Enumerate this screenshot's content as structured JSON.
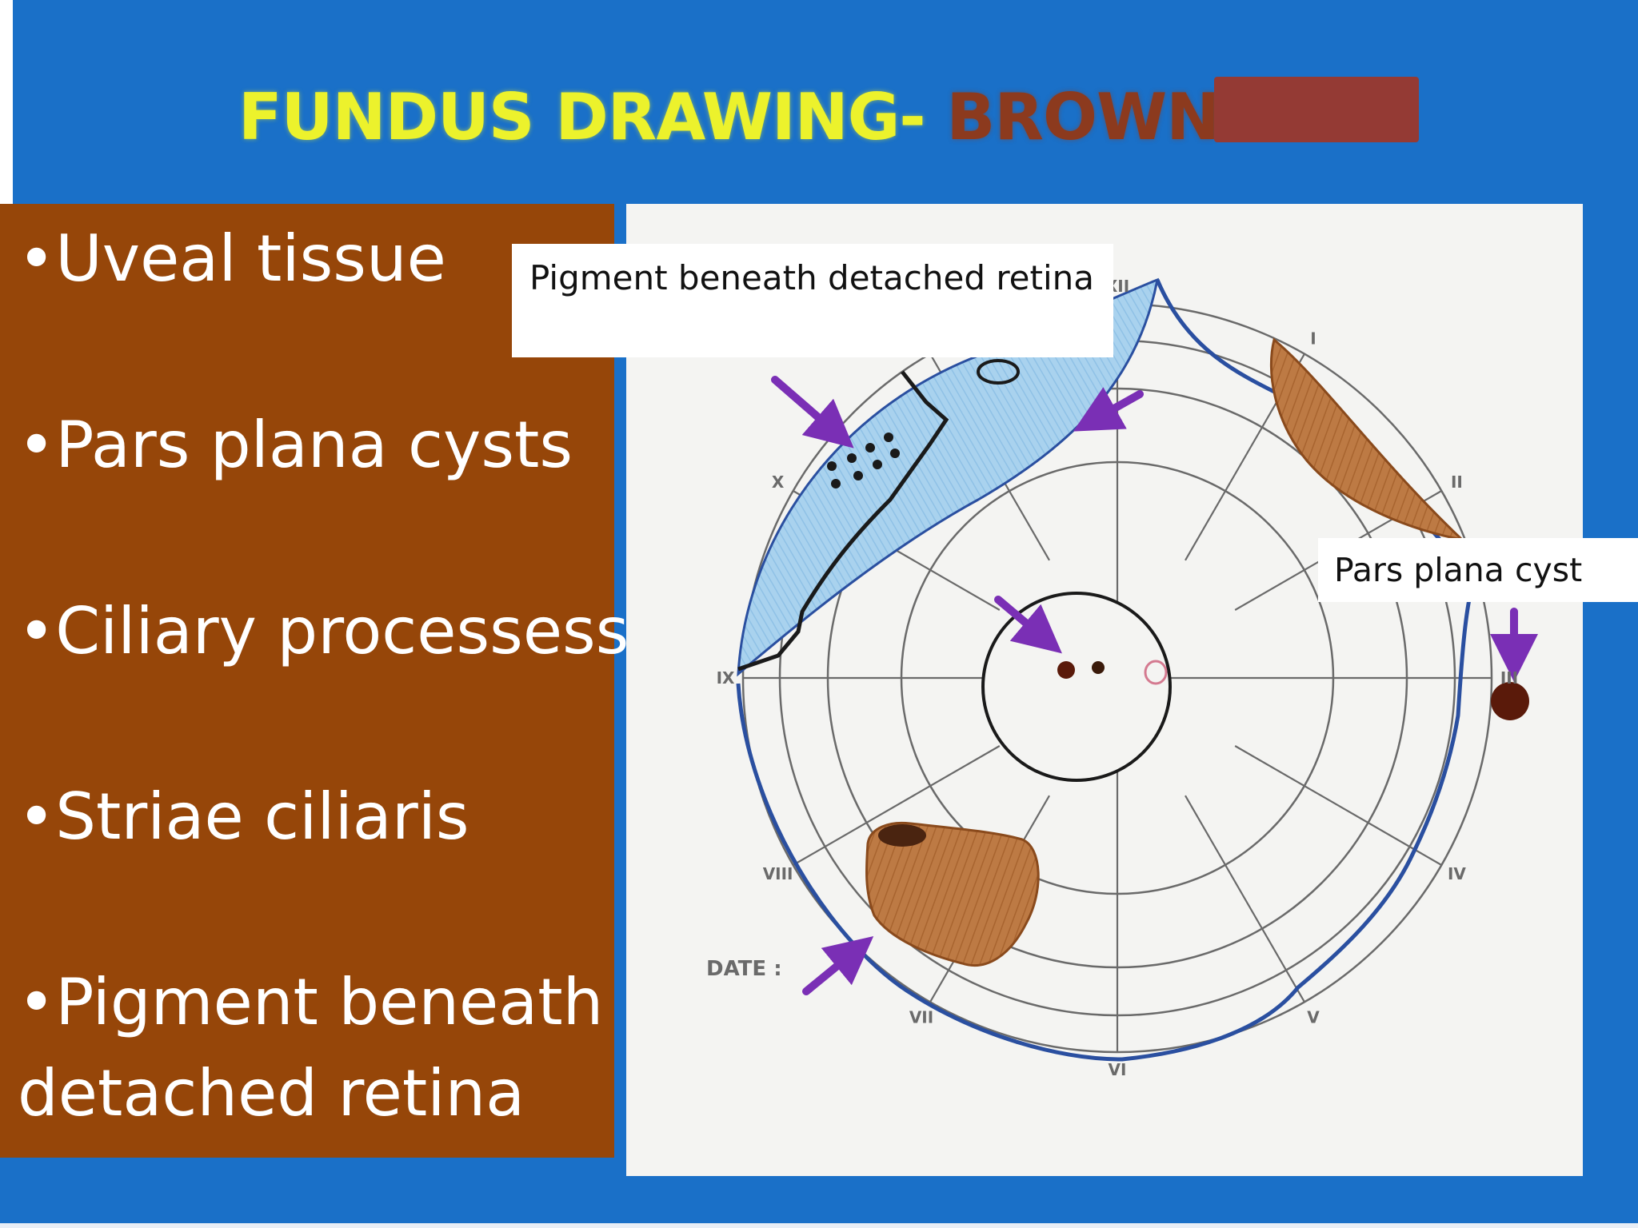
{
  "slide": {
    "title_part1": "FUNDUS DRAWING- ",
    "title_part2": "BROWN"
  },
  "bullets": [
    "•Uveal tissue",
    "•Pars plana cysts",
    "•Ciliary processess",
    "•Striae ciliaris",
    "•Pigment beneath",
    "detached retina"
  ],
  "callouts": {
    "top": "Pigment beneath detached retina",
    "right": "Pars plana cyst"
  },
  "chart": {
    "clock_labels": [
      "XII",
      "I",
      "II",
      "III",
      "IV",
      "V",
      "VI",
      "VII",
      "VIII",
      "IX",
      "X",
      "XI"
    ],
    "date_label": "DATE :"
  },
  "colors": {
    "background_blue": "#1a70c8",
    "panel_brown": "#964609",
    "title_yellow": "#ecf22c",
    "title_brown": "#8c3a1e",
    "pigment_brown": "#b87240",
    "detached_retina_blue": "#a9d2ee",
    "arrow_purple": "#7a2fb5"
  }
}
